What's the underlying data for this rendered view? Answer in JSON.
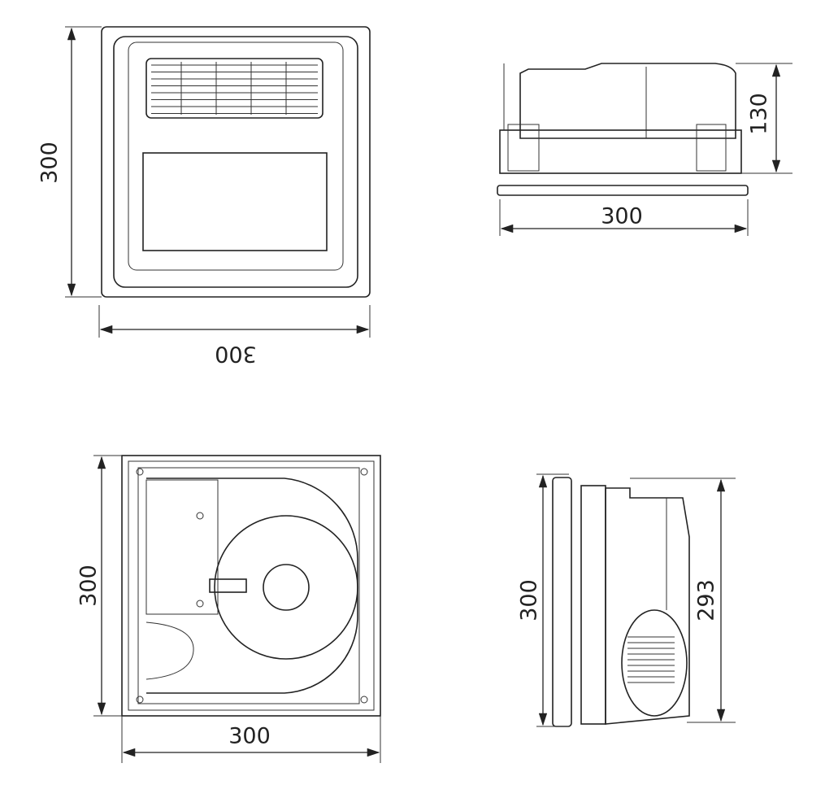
{
  "views": {
    "front": {
      "height_label": "300",
      "width_label": "300"
    },
    "side_top": {
      "height_label": "130",
      "width_label": "300"
    },
    "back": {
      "height_label": "300",
      "width_label": "300"
    },
    "side_right": {
      "outer_height_label": "300",
      "inner_height_label": "293"
    }
  },
  "colors": {
    "line": "#222222",
    "background": "#ffffff"
  }
}
